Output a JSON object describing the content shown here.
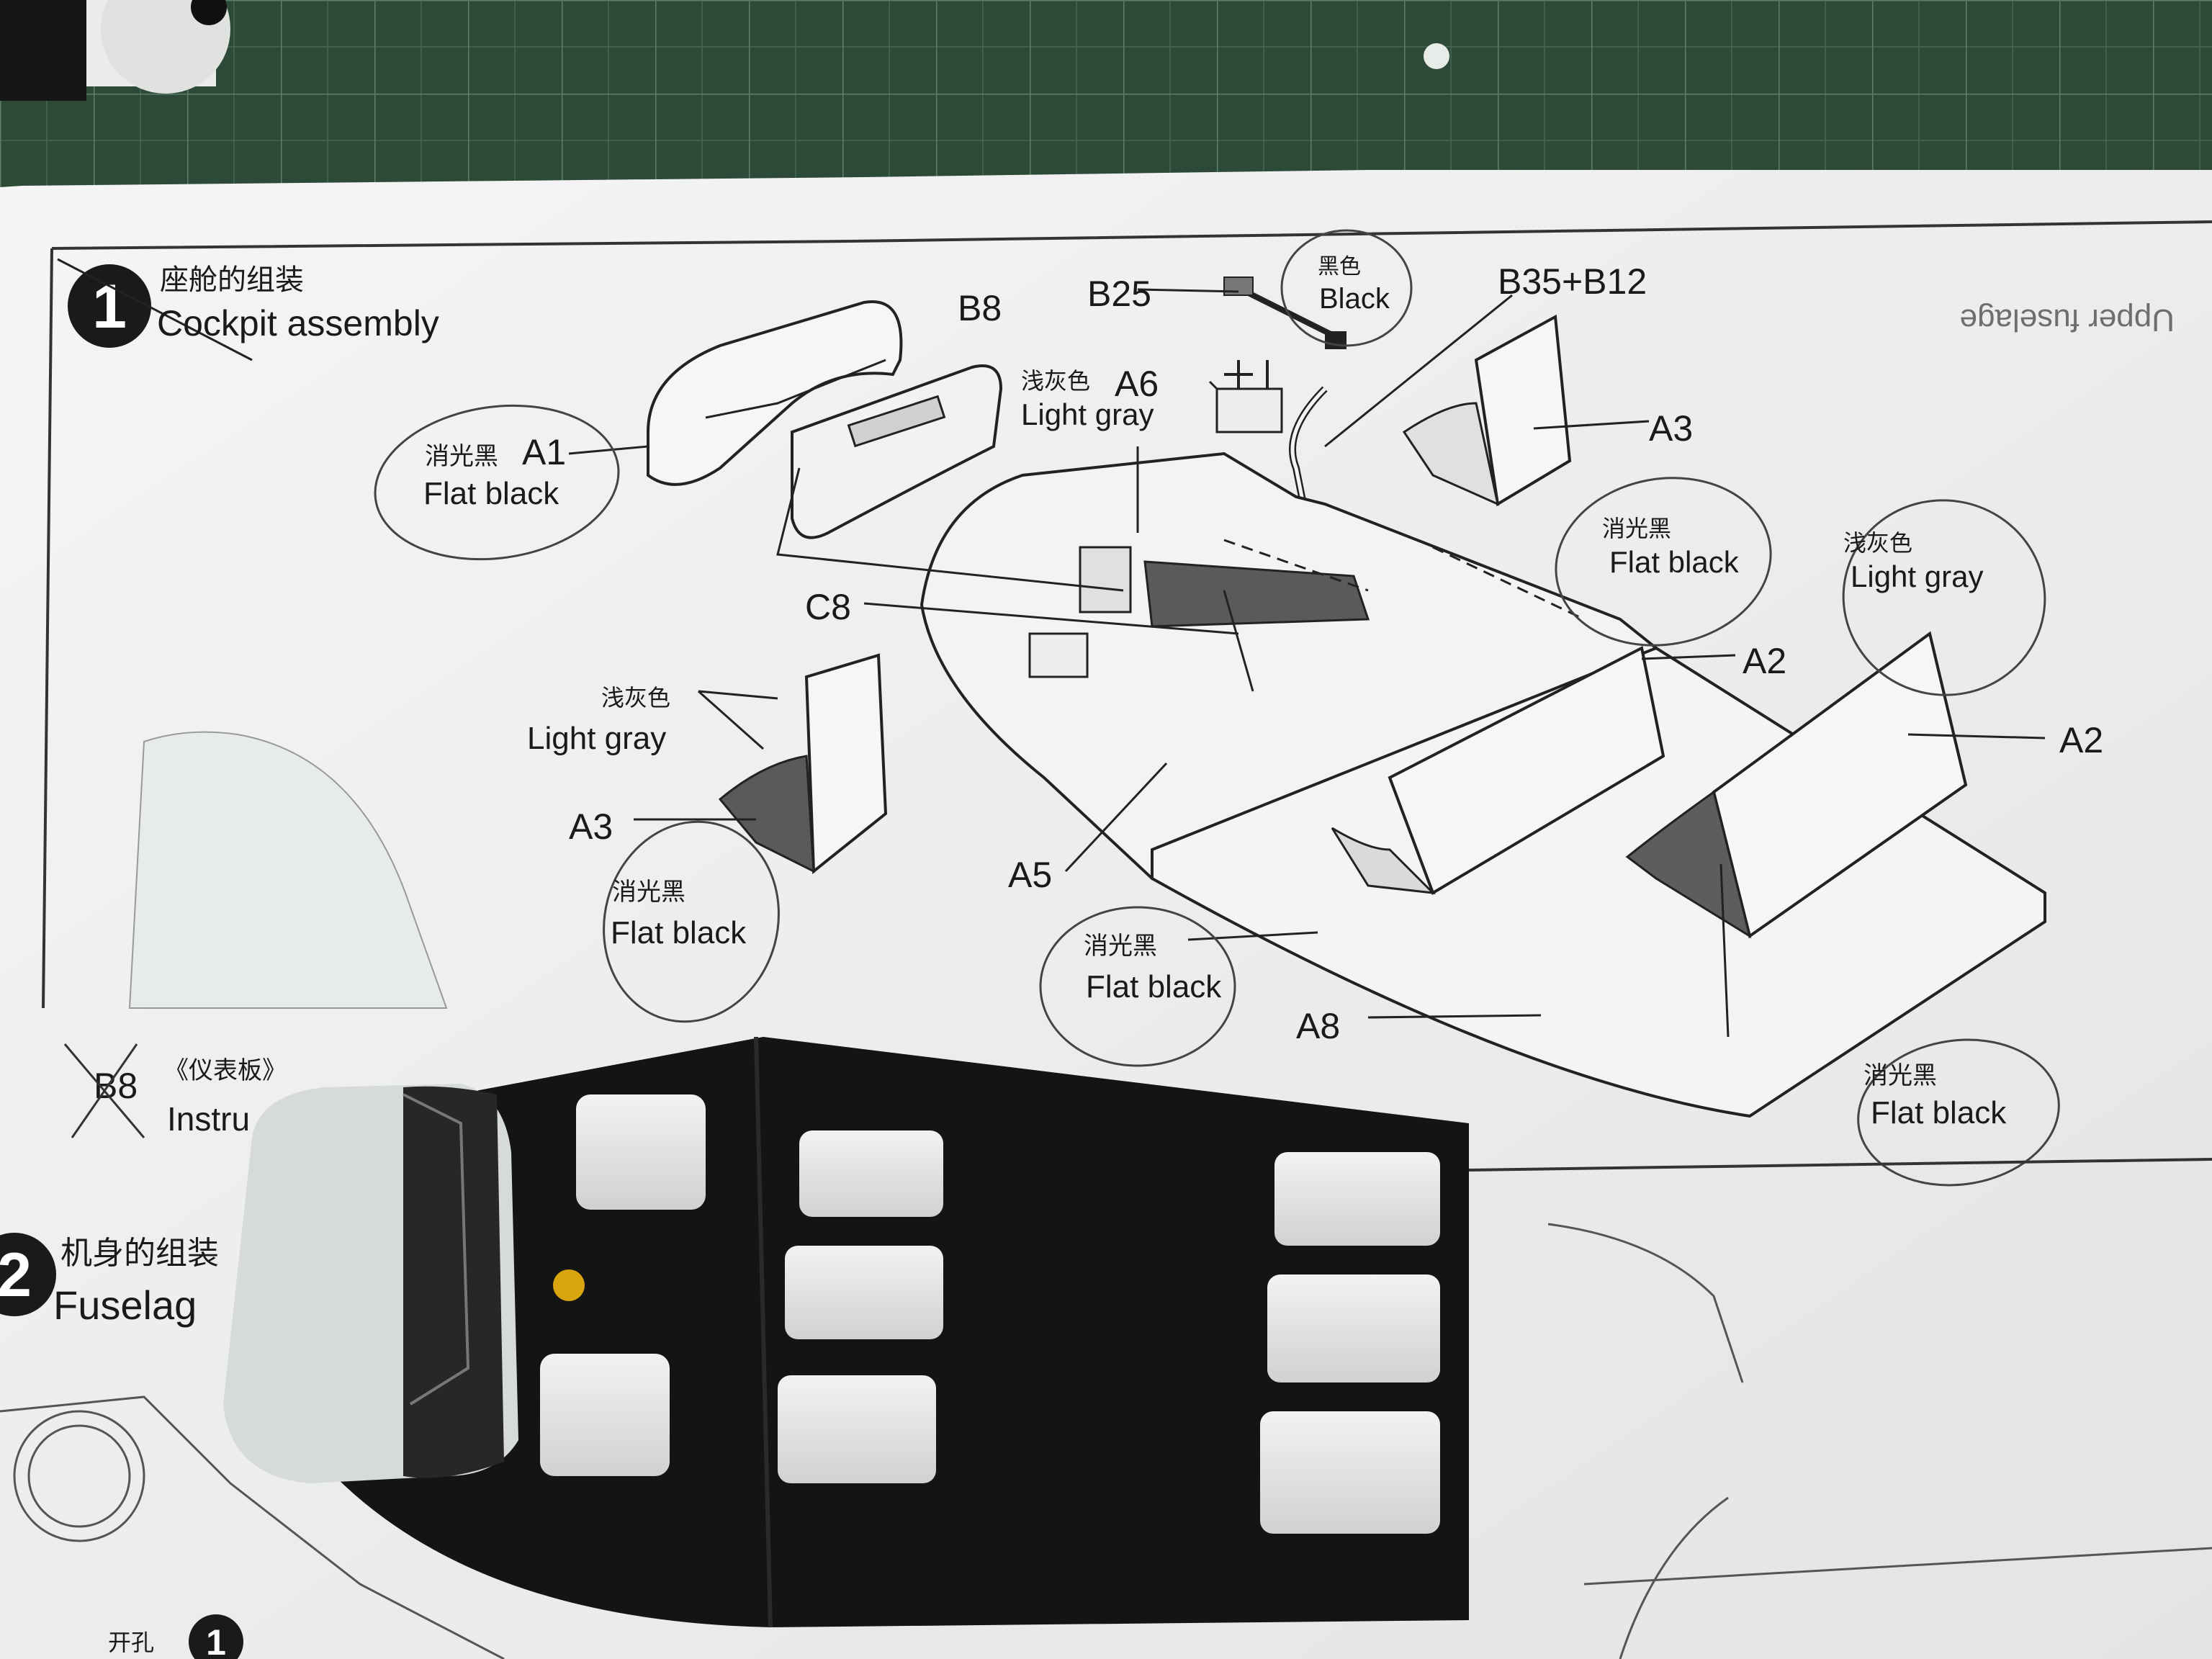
{
  "step1": {
    "number": "1",
    "title_cn": "座舱的组装",
    "title_en": "Cockpit assembly"
  },
  "parts": {
    "A1": "A1",
    "B8": "B8",
    "B25": "B25",
    "A6": "A6",
    "B35_B12": "B35+B12",
    "A3_right": "A3",
    "A3_left": "A3",
    "C8": "C8",
    "A2_mid": "A2",
    "A2_right": "A2",
    "A5": "A5",
    "A8": "A8"
  },
  "colors_text": {
    "flat_black_cn": "消光黑",
    "flat_black_en": "Flat black",
    "light_gray_cn": "浅灰色",
    "light_gray_en": "Light gray",
    "black_cn": "黑色",
    "black_en": "Black"
  },
  "step1_sub": {
    "part": "B8",
    "label_cn": "《仪表板》",
    "label_en": "Instru"
  },
  "step2": {
    "number": "2",
    "title_cn": "机身的组装",
    "title_en": "Fuselag"
  },
  "bottom_note": {
    "cn": "开孔",
    "number": "1"
  }
}
